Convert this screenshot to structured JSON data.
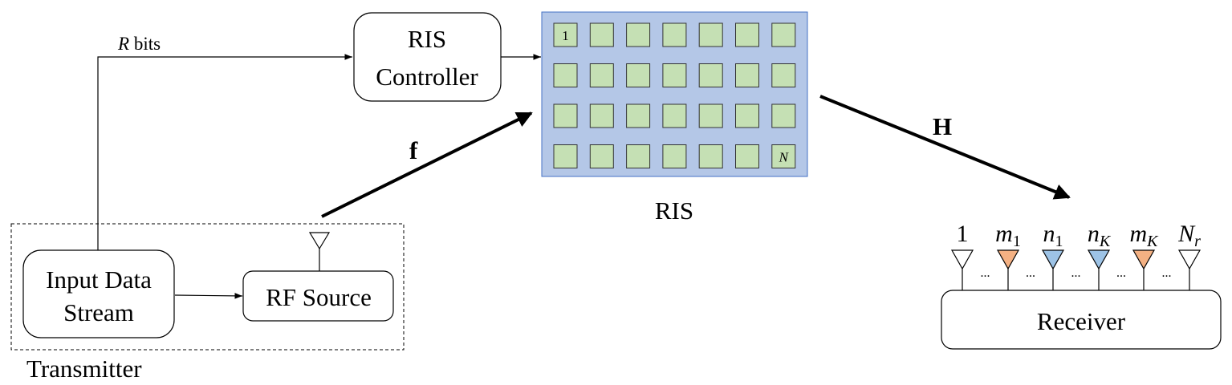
{
  "transmitter": {
    "label": "Transmitter",
    "input_block": {
      "line1": "Input Data",
      "line2": "Stream"
    },
    "rf_block": {
      "label": "RF Source"
    }
  },
  "controller": {
    "line1": "RIS",
    "line2": "Controller"
  },
  "links": {
    "bits_label_var": "R",
    "bits_label_unit": " bits",
    "tx_channel_label": "f",
    "rx_channel_label": "H"
  },
  "ris": {
    "label": "RIS",
    "rows": 4,
    "cols": 7,
    "first_element_label": "1",
    "last_element_label": "N",
    "panel_color": "#b4c7e7",
    "element_color": "#c5e0b4"
  },
  "receiver": {
    "label": "Receiver",
    "ellipsis": "...",
    "antennas": [
      {
        "base": "1",
        "sub": "",
        "color": "#ffffff"
      },
      {
        "base": "m",
        "sub": "1",
        "color": "#f4b183"
      },
      {
        "base": "n",
        "sub": "1",
        "color": "#9dc3e6"
      },
      {
        "base": "n",
        "sub": "K",
        "color": "#9dc3e6"
      },
      {
        "base": "m",
        "sub": "K",
        "color": "#f4b183"
      },
      {
        "base": "N",
        "sub": "r",
        "color": "#ffffff"
      }
    ]
  }
}
